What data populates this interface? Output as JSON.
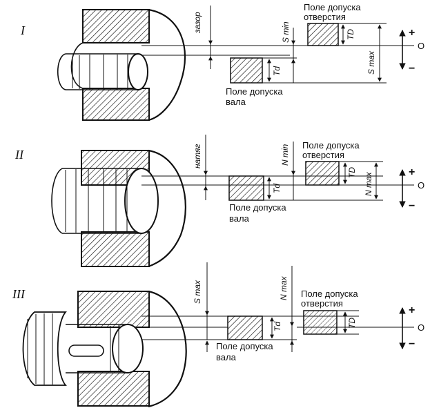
{
  "rows": [
    {
      "numeral": "I",
      "gap_label": "зазор",
      "limit_label": "S min",
      "max_label": "S max",
      "hole_label_1": "Поле допуска",
      "hole_label_2": "отверстия",
      "hole_tol": "TD",
      "shaft_label_1": "Поле допуска",
      "shaft_label_2": "вала",
      "shaft_tol": "Td",
      "plus": "+",
      "zero": "O",
      "minus": "−"
    },
    {
      "numeral": "II",
      "gap_label": "натяг",
      "limit_label": "N min",
      "max_label": "N max",
      "hole_label_1": "Поле допуска",
      "hole_label_2": "отверстия",
      "hole_tol": "TD",
      "shaft_label_1": "Поле допуска",
      "shaft_label_2": "вала",
      "shaft_tol": "Td",
      "plus": "+",
      "zero": "O",
      "minus": "−"
    },
    {
      "numeral": "III",
      "gap_label": "S max",
      "limit_label": "N max",
      "hole_label_1": "Поле допуска",
      "hole_label_2": "отверстия",
      "hole_tol": "TD",
      "shaft_label_1": "Поле допуска",
      "shaft_label_2": "вала",
      "shaft_tol": "Td",
      "plus": "+",
      "zero": "O",
      "minus": "−"
    }
  ],
  "colors": {
    "ink": "#111111",
    "paper": "#ffffff"
  }
}
